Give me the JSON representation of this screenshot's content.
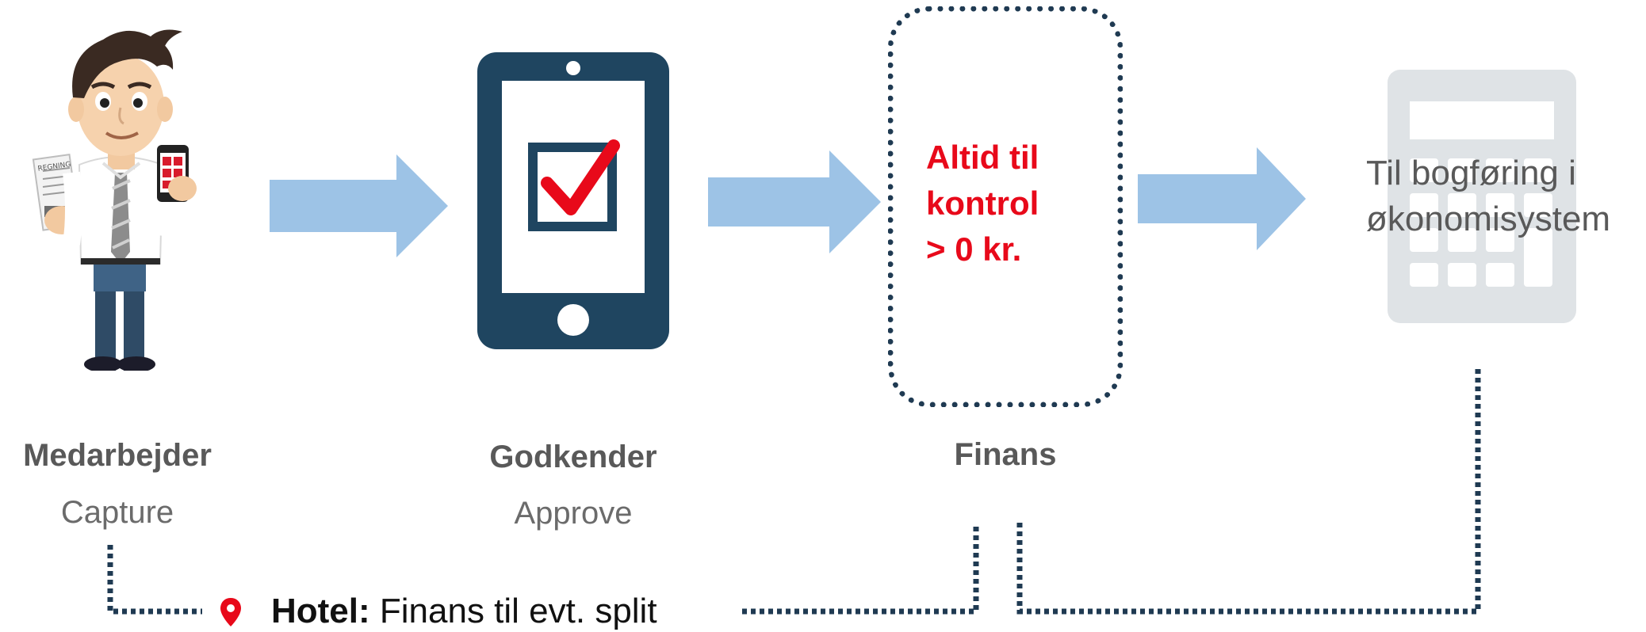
{
  "stages": [
    {
      "label": "Medarbejder",
      "sub": "Capture"
    },
    {
      "label": "Godkender",
      "sub": "Approve"
    },
    {
      "label": "Finans"
    }
  ],
  "finans_box": {
    "lines": [
      "Altid til",
      "kontrol",
      "> 0 kr."
    ]
  },
  "bogforing": {
    "lines": [
      "Til bogføring i",
      "økonomisystem"
    ]
  },
  "employee_icon": {
    "receipt_text": "REGNING"
  },
  "hotel_note": {
    "label": "Hotel:",
    "text": " Finans til evt. split"
  },
  "colors": {
    "arrow": "#9dc3e6",
    "dark_navy": "#1f4560",
    "dotted": "#1f3a52",
    "accent_red": "#e8091a",
    "calculator": "#dfe3e6",
    "label_gray": "#595959"
  },
  "icons": [
    "employee-illustration",
    "tablet-icon",
    "checkbox-icon",
    "calculator-icon",
    "map-pin-icon"
  ]
}
